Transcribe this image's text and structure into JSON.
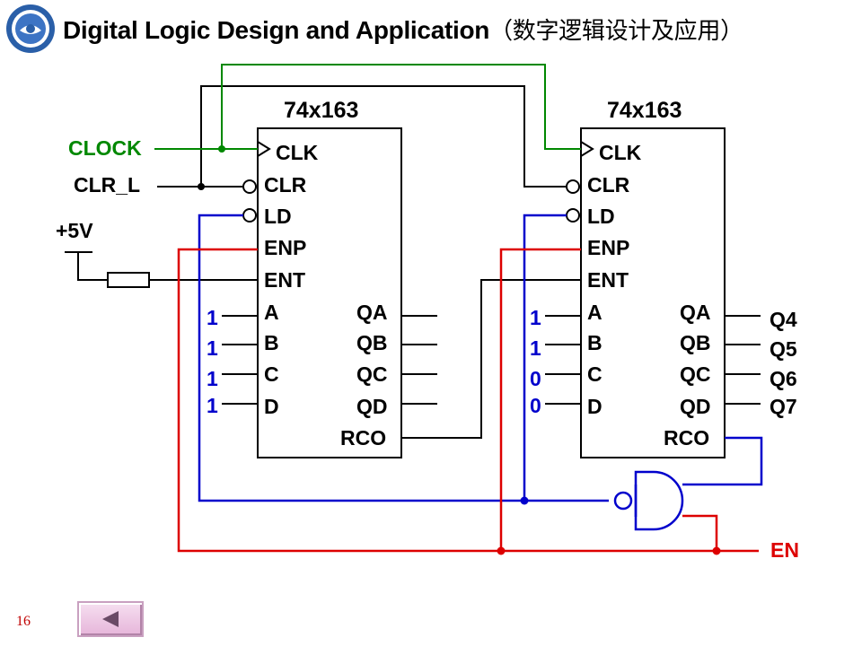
{
  "header": {
    "title_en": "Digital Logic Design and Application",
    "title_cn": "（数字逻辑设计及应用）",
    "logo_icon": "university-seal-icon"
  },
  "diagram": {
    "chip_left": {
      "name": "74x163",
      "inputs": [
        "CLK",
        "CLR",
        "LD",
        "ENP",
        "ENT",
        "A",
        "B",
        "C",
        "D"
      ],
      "outputs": [
        "QA",
        "QB",
        "QC",
        "QD",
        "RCO"
      ],
      "data_values": [
        "1",
        "1",
        "1",
        "1"
      ]
    },
    "chip_right": {
      "name": "74x163",
      "inputs": [
        "CLK",
        "CLR",
        "LD",
        "ENP",
        "ENT",
        "A",
        "B",
        "C",
        "D"
      ],
      "outputs": [
        "QA",
        "QB",
        "QC",
        "QD",
        "RCO"
      ],
      "data_values": [
        "1",
        "1",
        "0",
        "0"
      ],
      "output_labels": [
        "Q4",
        "Q5",
        "Q6",
        "Q7"
      ]
    },
    "clock_label": "CLOCK",
    "clr_label": "CLR_L",
    "vcc_label": "+5V",
    "en_label": "EN",
    "colors": {
      "clock": "#008800",
      "ld": "#0000cc",
      "enable": "#dd0000",
      "wire": "#000000"
    }
  },
  "footer": {
    "page_number": "16",
    "back_button_icon": "left-triangle-icon"
  }
}
